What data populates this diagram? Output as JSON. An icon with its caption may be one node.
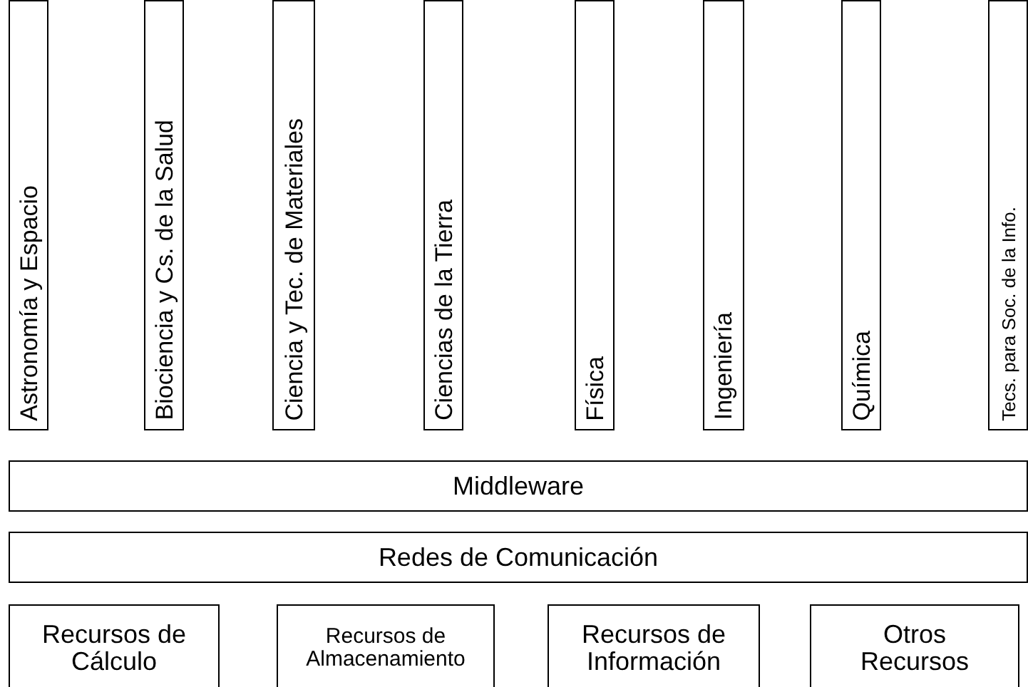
{
  "diagram": {
    "nodes": [
      {
        "text": [
          "Astronomía y Espacio"
        ]
      },
      {
        "text": [
          "Biociencia y Cs. de la Salud"
        ]
      },
      {
        "text": [
          "Ciencia y Tec. de Materiales"
        ]
      },
      {
        "text": [
          "Ciencias de la Tierra"
        ]
      },
      {
        "text": [
          "Física"
        ]
      },
      {
        "text": [
          "Ingeniería"
        ]
      },
      {
        "text": [
          "Química"
        ]
      },
      {
        "text": [
          "Tecs. para Soc. de la Info."
        ]
      },
      {
        "text": [
          "Middleware"
        ]
      },
      {
        "text": [
          "Redes de Comunicación"
        ]
      },
      {
        "text": [
          "Recursos de Cálculo"
        ]
      },
      {
        "text": [
          "Recursos de Almacenamiento"
        ]
      },
      {
        "text": [
          "Recursos de Información"
        ]
      },
      {
        "text": [
          "Otros Recursos"
        ]
      }
    ],
    "edges": []
  }
}
